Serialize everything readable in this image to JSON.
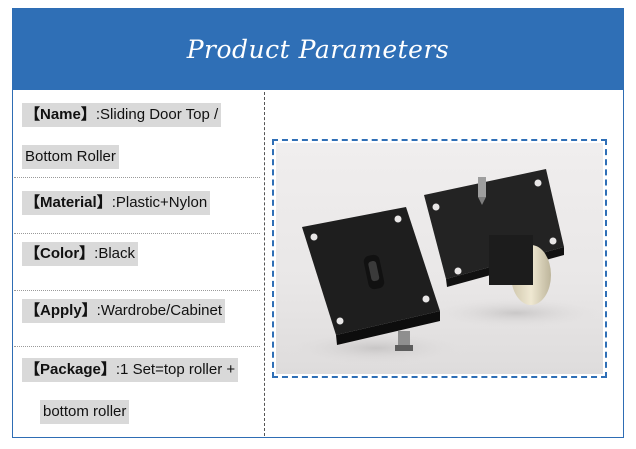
{
  "header": {
    "title": "Product Parameters"
  },
  "params": {
    "name_key": "【Name】",
    "name_val_1": ":Sliding Door Top /",
    "name_val_2": "Bottom Roller",
    "material_key": "【Material】",
    "material_val": ":Plastic+Nylon",
    "color_key": "【Color】",
    "color_val": ":Black",
    "apply_key": "【Apply】",
    "apply_val": ":Wardrobe/Cabinet",
    "package_key": "【Package】",
    "package_val_1": ":1 Set=top roller +",
    "package_val_2": "bottom roller"
  },
  "colors": {
    "header_bg": "#2f6fb6",
    "highlight_bg": "#d9d9d9",
    "frame_border": "#2f6fb6"
  },
  "image": {
    "subject": "two black plastic sliding door rollers with beige nylon wheel"
  }
}
